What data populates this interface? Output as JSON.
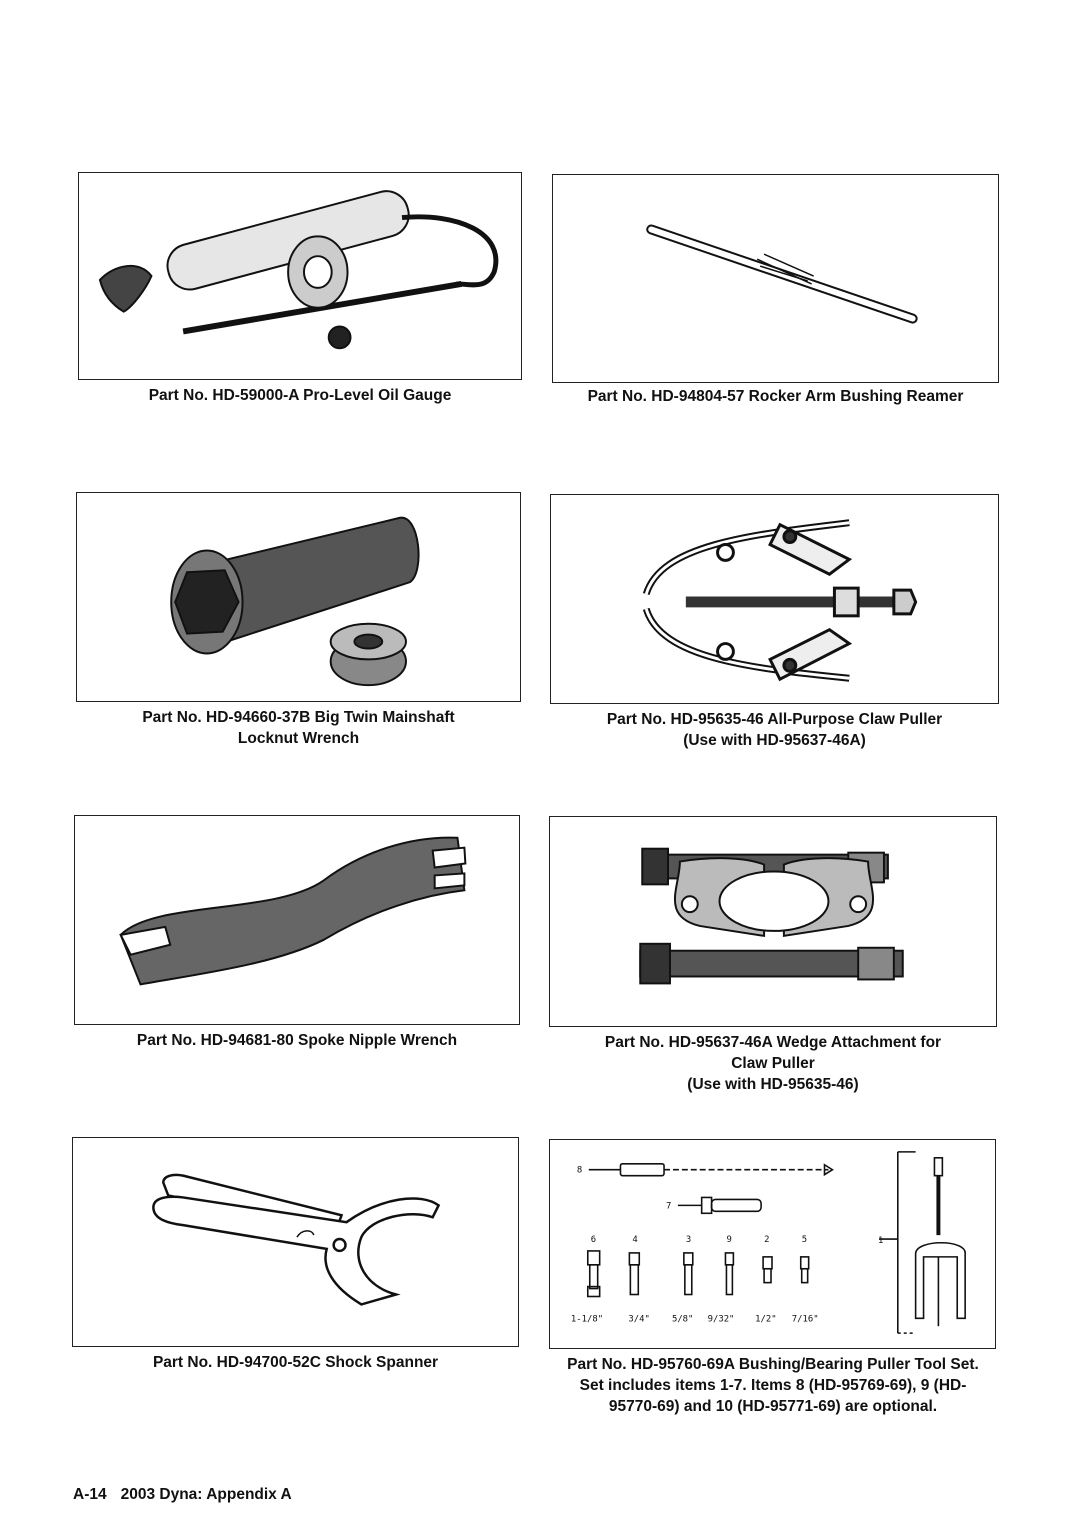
{
  "figures": [
    {
      "id": "oil-gauge",
      "caption": [
        "Part No. HD-59000-A Pro-Level Oil Gauge"
      ],
      "icon": "oil-gauge-illustration"
    },
    {
      "id": "reamer",
      "caption": [
        "Part No. HD-94804-57 Rocker Arm Bushing Reamer"
      ],
      "icon": "bushing-reamer-illustration"
    },
    {
      "id": "locknut-wrench",
      "caption": [
        "Part No. HD-94660-37B Big Twin Mainshaft",
        "Locknut Wrench"
      ],
      "icon": "locknut-wrench-illustration"
    },
    {
      "id": "claw-puller",
      "caption": [
        "Part No. HD-95635-46 All-Purpose Claw Puller",
        "(Use with HD-95637-46A)"
      ],
      "icon": "claw-puller-illustration"
    },
    {
      "id": "spoke-wrench",
      "caption": [
        "Part No. HD-94681-80 Spoke Nipple Wrench"
      ],
      "icon": "spoke-nipple-wrench-illustration"
    },
    {
      "id": "wedge",
      "caption": [
        "Part No. HD-95637-46A Wedge Attachment for",
        "Claw Puller",
        "(Use with HD-95635-46)"
      ],
      "icon": "wedge-attachment-illustration"
    },
    {
      "id": "shock-spanner",
      "caption": [
        "Part No. HD-94700-52C Shock Spanner"
      ],
      "icon": "shock-spanner-illustration"
    },
    {
      "id": "puller-set",
      "caption": [
        "Part No. HD-95760-69A Bushing/Bearing Puller Tool Set.",
        "Set includes items 1-7. Items 8 (HD-95769-69), 9 (HD-",
        "95770-69) and 10 (HD-95771-69) are optional."
      ],
      "icon": "puller-tool-set-illustration"
    }
  ],
  "puller_set_labels": {
    "item_numbers": [
      "6",
      "4",
      "3",
      "9",
      "2",
      "5"
    ],
    "sizes": [
      "1-1/8\"",
      "3/4\"",
      "5/8\"",
      "9/32\"",
      "1/2\"",
      "7/16\""
    ],
    "callout_8": "8",
    "callout_7": "7",
    "callout_1": "1"
  },
  "footer": {
    "page_number": "A-14",
    "title": "2003 Dyna: Appendix A"
  }
}
